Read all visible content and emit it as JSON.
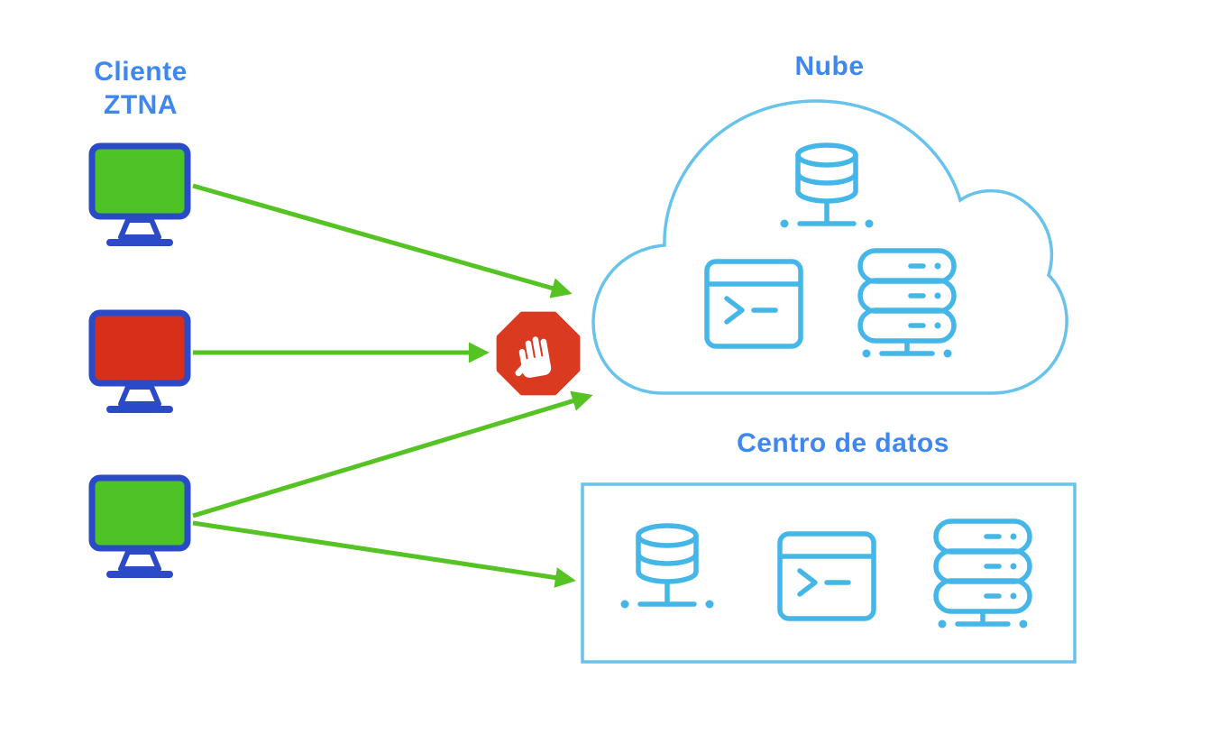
{
  "labels": {
    "client": "Cliente ZTNA",
    "cloud": "Nube",
    "datacenter": "Centro de datos"
  },
  "clients": [
    {
      "id": "client-1",
      "screen": "green"
    },
    {
      "id": "client-2",
      "screen": "red"
    },
    {
      "id": "client-3",
      "screen": "green"
    }
  ],
  "cloud_icons": [
    "database-icon",
    "terminal-icon",
    "server-stack-icon"
  ],
  "datacenter_icons": [
    "database-icon",
    "terminal-icon",
    "server-stack-icon"
  ],
  "blocked_icon": "stop-hand-icon",
  "connections": [
    {
      "from": "client-1",
      "to": "nube"
    },
    {
      "from": "client-2",
      "to": "stop-sign"
    },
    {
      "from": "client-3",
      "to": "nube"
    },
    {
      "from": "client-3",
      "to": "centro-de-datos"
    }
  ],
  "colors": {
    "label_blue": "#3f87f0",
    "monitor_border": "#2b4ac8",
    "screen_green": "#4fc326",
    "screen_red": "#d6301b",
    "outline_blue": "#67c3ec",
    "icon_blue": "#45b6e8",
    "stop_red": "#d93a20",
    "arrow_green": "#55c323"
  }
}
